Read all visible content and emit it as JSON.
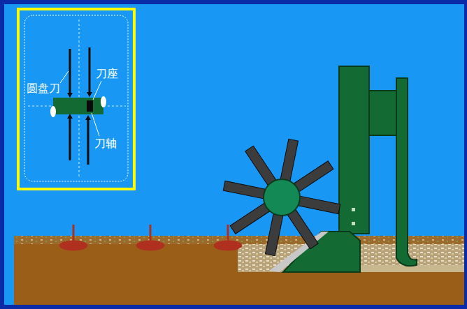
{
  "diagram": {
    "labels": [
      "圆盘刀",
      "刀座",
      "刀轴"
    ]
  }
}
